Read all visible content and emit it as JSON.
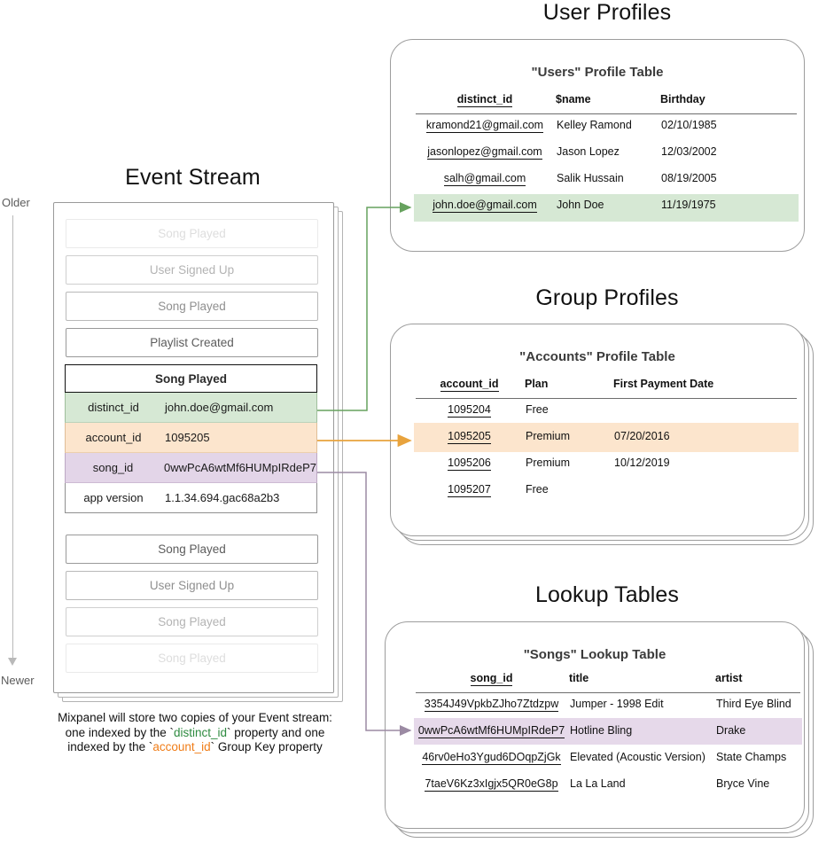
{
  "timeline": {
    "older_label": "Older",
    "newer_label": "Newer"
  },
  "event_stream": {
    "title": "Event Stream",
    "events_before": [
      {
        "label": "Song Played"
      },
      {
        "label": "User Signed Up"
      },
      {
        "label": "Song Played"
      },
      {
        "label": "Playlist Created"
      }
    ],
    "expanded_event": {
      "name": "Song Played",
      "properties": [
        {
          "key": "distinct_id",
          "value": "john.doe@gmail.com",
          "highlight": "green"
        },
        {
          "key": "account_id",
          "value": "1095205",
          "highlight": "orange"
        },
        {
          "key": "song_id",
          "value": "0wwPcA6wtMf6HUMpIRdeP7",
          "highlight": "purple"
        },
        {
          "key": "app version",
          "value": "1.1.34.694.gac68a2b3",
          "highlight": "none"
        }
      ]
    },
    "events_after": [
      {
        "label": "Song Played"
      },
      {
        "label": "User Signed Up"
      },
      {
        "label": "Song Played"
      },
      {
        "label": "Song Played"
      }
    ],
    "caption": {
      "line1": "Mixpanel will store two copies of your Event stream:",
      "line2_a": "one indexed by the `",
      "line2_token": "distinct_id",
      "line2_b": "` property and one",
      "line3_a": "indexed by the `",
      "line3_token": "account_id",
      "line3_b": "` Group Key property"
    }
  },
  "user_profiles": {
    "section_title": "User Profiles",
    "table_title": "\"Users\" Profile Table",
    "columns": [
      "distinct_id",
      "$name",
      "Birthday"
    ],
    "rows": [
      {
        "distinct_id": "kramond21@gmail.com",
        "name": "Kelley Ramond",
        "birthday": "02/10/1985",
        "highlight": false
      },
      {
        "distinct_id": "jasonlopez@gmail.com",
        "name": "Jason Lopez",
        "birthday": "12/03/2002",
        "highlight": false
      },
      {
        "distinct_id": "salh@gmail.com",
        "name": "Salik Hussain",
        "birthday": "08/19/2005",
        "highlight": false
      },
      {
        "distinct_id": "john.doe@gmail.com",
        "name": "John Doe",
        "birthday": "11/19/1975",
        "highlight": true
      }
    ]
  },
  "group_profiles": {
    "section_title": "Group Profiles",
    "table_title": "\"Accounts\" Profile Table",
    "columns": [
      "account_id",
      "Plan",
      "First Payment Date"
    ],
    "rows": [
      {
        "account_id": "1095204",
        "plan": "Free",
        "first_payment_date": "",
        "highlight": false
      },
      {
        "account_id": "1095205",
        "plan": "Premium",
        "first_payment_date": "07/20/2016",
        "highlight": true
      },
      {
        "account_id": "1095206",
        "plan": "Premium",
        "first_payment_date": "10/12/2019",
        "highlight": false
      },
      {
        "account_id": "1095207",
        "plan": "Free",
        "first_payment_date": "",
        "highlight": false
      }
    ]
  },
  "lookup_tables": {
    "section_title": "Lookup Tables",
    "table_title": "\"Songs\" Lookup Table",
    "columns": [
      "song_id",
      "title",
      "artist"
    ],
    "rows": [
      {
        "song_id": "3354J49VpkbZJho7Ztdzpw",
        "title": "Jumper - 1998 Edit",
        "artist": "Third Eye Blind",
        "highlight": false
      },
      {
        "song_id": "0wwPcA6wtMf6HUMpIRdeP7",
        "title": "Hotline Bling",
        "artist": "Drake",
        "highlight": true
      },
      {
        "song_id": "46rv0eHo3Ygud6DOqpZjGk",
        "title": "Elevated (Acoustic Version)",
        "artist": "State Champs",
        "highlight": false
      },
      {
        "song_id": "7taeV6Kz3xIgjx5QR0eG8p",
        "title": "La La Land",
        "artist": "Bryce Vine",
        "highlight": false
      }
    ]
  },
  "colors": {
    "green": "#d6e8d4",
    "orange": "#fce5cd",
    "purple": "#e6d9ea",
    "green_arrow": "#67a25e",
    "orange_arrow": "#e8a33d",
    "purple_arrow": "#9b8aa3",
    "border": "#9d9d9d"
  }
}
